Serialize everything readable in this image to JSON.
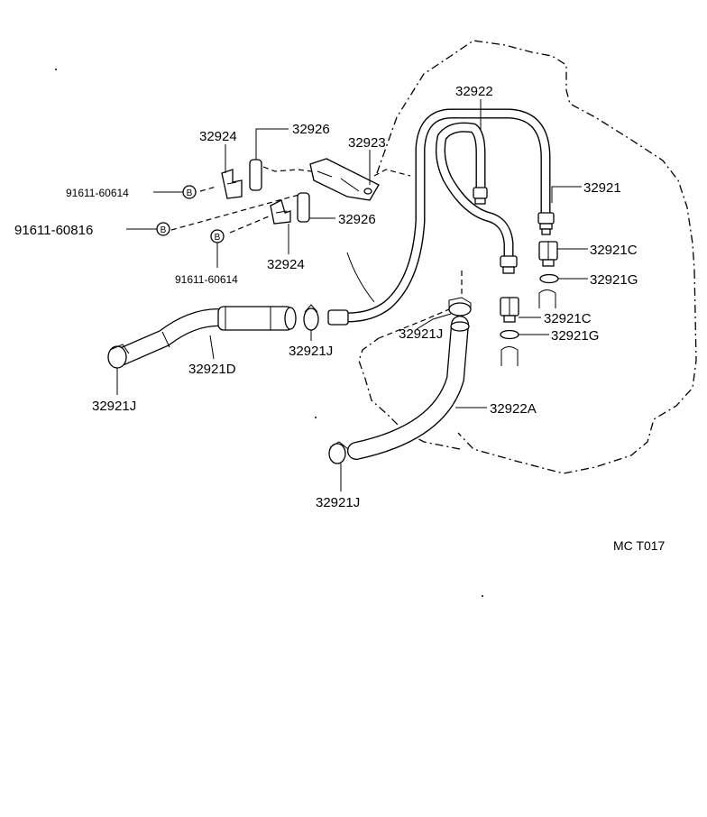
{
  "labels": {
    "p32922": "32922",
    "p32924_top": "32924",
    "p32926_top": "32926",
    "p32923": "32923",
    "p32921": "32921",
    "bolt_top": "91611-60614",
    "bolt_mid": "91611-60816",
    "bolt_bot": "91611-60614",
    "p32926_mid": "32926",
    "p32924_bot": "32924",
    "p32921C_top": "32921C",
    "p32921G_top": "32921G",
    "p32921C_bot": "32921C",
    "p32921G_bot": "32921G",
    "p32921J_mid": "32921J",
    "p32921J_upper": "32921J",
    "p32921D": "32921D",
    "p32921J_left": "32921J",
    "p32922A": "32922A",
    "p32921J_bottom": "32921J"
  },
  "bolt_marker": "B",
  "diagram_code": "MC  T017"
}
